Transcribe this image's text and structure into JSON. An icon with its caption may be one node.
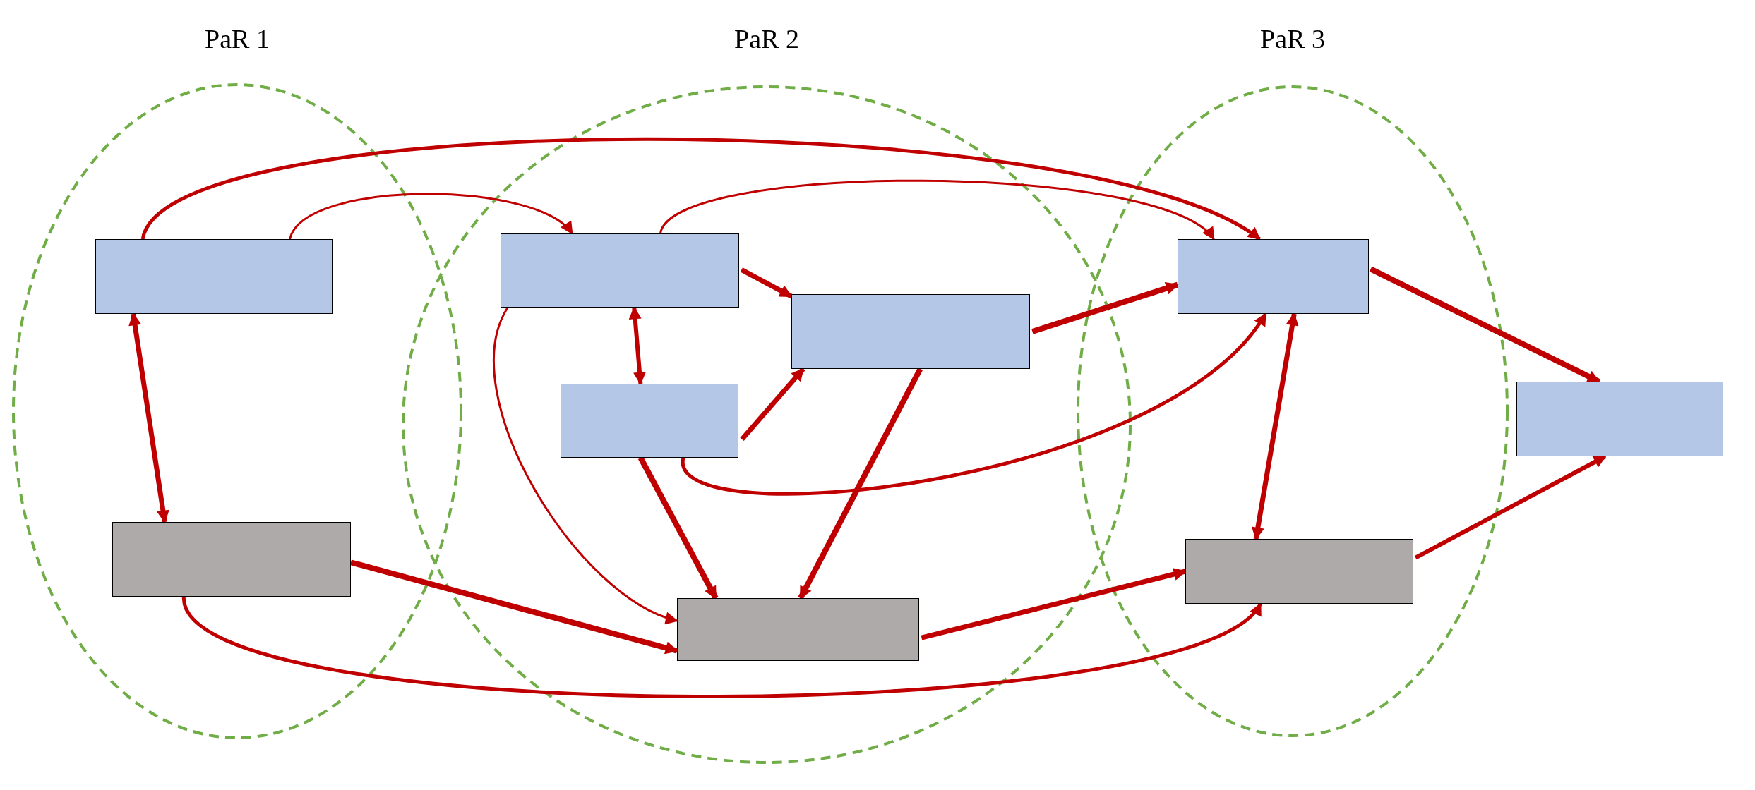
{
  "diagram": {
    "nodes": [
      {
        "text": [],
        "shape": "box"
      },
      {
        "text": [],
        "shape": "box"
      },
      {
        "text": [],
        "shape": "box"
      },
      {
        "text": [],
        "shape": "box"
      },
      {
        "text": [],
        "shape": "box"
      },
      {
        "text": [],
        "shape": "box"
      },
      {
        "text": [],
        "shape": "box"
      },
      {
        "text": [],
        "shape": "box"
      },
      {
        "text": [],
        "shape": "box"
      }
    ],
    "edges": [
      {
        "from": 0,
        "to": 6,
        "arrow": "to"
      },
      {
        "from": 0,
        "to": 2,
        "arrow": "to"
      },
      {
        "from": 0,
        "to": 1,
        "arrow": "both"
      },
      {
        "from": 2,
        "to": 6,
        "arrow": "to"
      },
      {
        "from": 2,
        "to": 4,
        "arrow": "to"
      },
      {
        "from": 2,
        "to": 3,
        "arrow": "both"
      },
      {
        "from": 2,
        "to": 5,
        "arrow": "to"
      },
      {
        "from": 3,
        "to": 4,
        "arrow": "to"
      },
      {
        "from": 3,
        "to": 6,
        "arrow": "to"
      },
      {
        "from": 3,
        "to": 5,
        "arrow": "to"
      },
      {
        "from": 4,
        "to": 5,
        "arrow": "to"
      },
      {
        "from": 4,
        "to": 6,
        "arrow": "to"
      },
      {
        "from": 1,
        "to": 5,
        "arrow": "to"
      },
      {
        "from": 1,
        "to": 7,
        "arrow": "to"
      },
      {
        "from": 5,
        "to": 7,
        "arrow": "to"
      },
      {
        "from": 6,
        "to": 7,
        "arrow": "both"
      },
      {
        "from": 6,
        "to": 8,
        "arrow": "to"
      },
      {
        "from": 7,
        "to": 8,
        "arrow": "to"
      }
    ],
    "labels": [
      "PaR 1",
      "PaR 2",
      "PaR 3"
    ]
  }
}
